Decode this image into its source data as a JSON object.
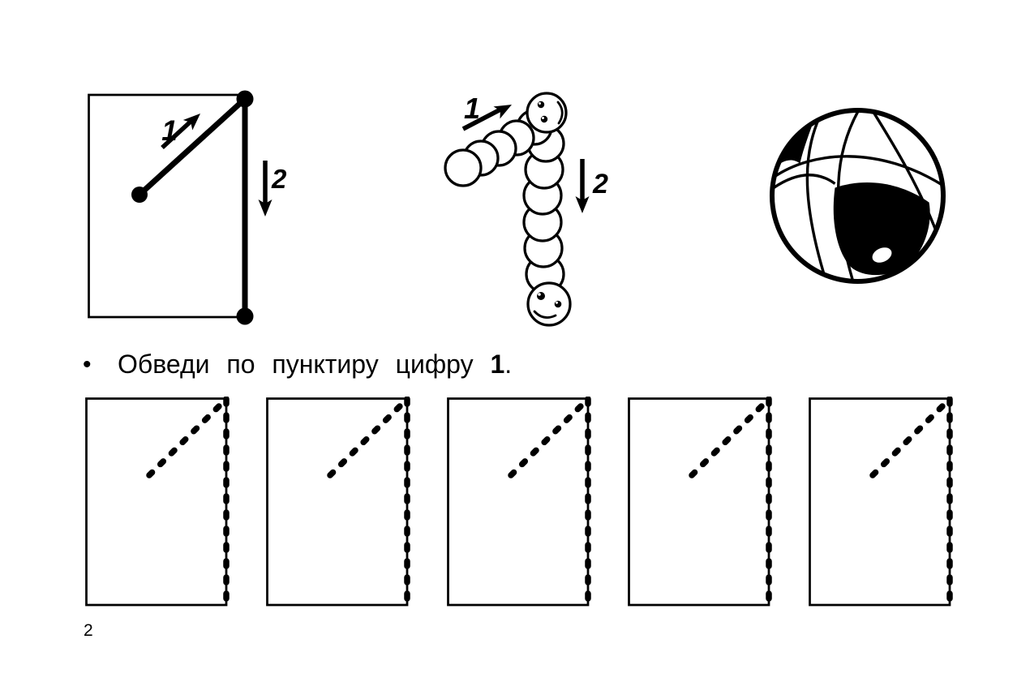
{
  "page": {
    "number": "2",
    "background_color": "#ffffff",
    "ink_color": "#000000"
  },
  "stroke_demo_cell": {
    "stroke1_label": "1",
    "stroke2_label": "2"
  },
  "caterpillar_figure": {
    "stroke1_label": "1",
    "stroke2_label": "2"
  },
  "instruction": {
    "bullet": "•",
    "text": "Обведи по пунктиру цифру",
    "digit": "1",
    "period": "."
  },
  "tracing_row": {
    "box_count": 5
  }
}
